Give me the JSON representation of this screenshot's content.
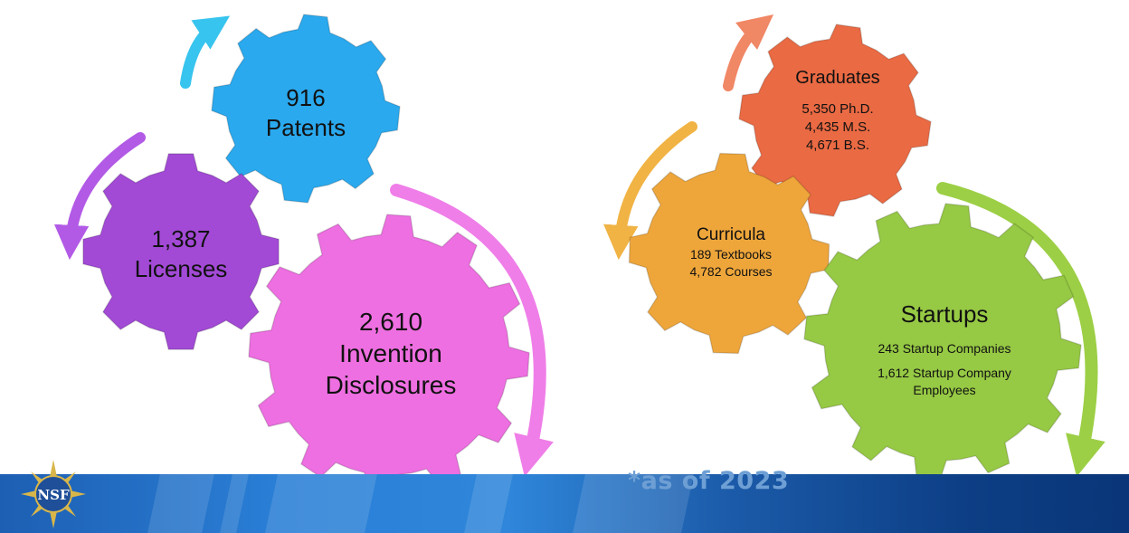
{
  "left_cluster": {
    "patents": {
      "lines": [
        "916",
        "Patents"
      ],
      "color": "#2aa9ee"
    },
    "licenses": {
      "lines": [
        "1,387",
        "Licenses"
      ],
      "color": "#a24ad6"
    },
    "disclosures": {
      "lines": [
        "2,610",
        "Invention",
        "Disclosures"
      ],
      "color": "#ee6fe1"
    }
  },
  "right_cluster": {
    "graduates": {
      "title": "Graduates",
      "lines": [
        "5,350 Ph.D.",
        "4,435 M.S.",
        "4,671 B.S."
      ],
      "color": "#ea6a43"
    },
    "curricula": {
      "title": "Curricula",
      "lines": [
        "189 Textbooks",
        "4,782 Courses"
      ],
      "color": "#eea63b"
    },
    "startups": {
      "title": "Startups",
      "lines": [
        "243 Startup Companies",
        "1,612 Startup Company",
        "Employees"
      ],
      "color": "#96c944"
    }
  },
  "arrow_colors": {
    "cyan": "#37c4ee",
    "purple": "#b25ae6",
    "pink": "#ef7ee8",
    "coral": "#f08765",
    "amber": "#f0b344",
    "green": "#9ccf45"
  },
  "footnote": "*as of 2023",
  "logo": {
    "text": "NSF"
  }
}
